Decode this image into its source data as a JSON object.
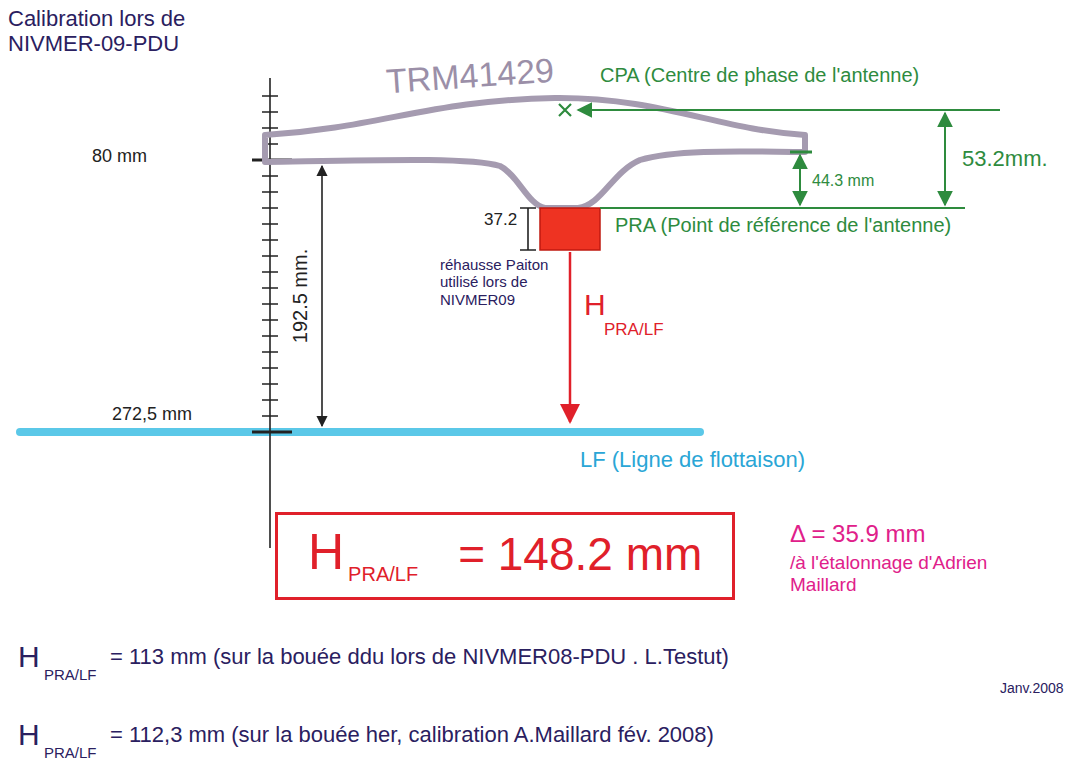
{
  "diagram": {
    "title": "Calibration lors de NIVMER-09-PDU",
    "nodes": [
      {
        "text": [
          "H",
          "PRA/LF",
          "= 148.2 mm"
        ]
      }
    ],
    "labels": [
      "TRM41429",
      "CPA (Centre de phase de l'antenne)",
      "53.2mm.",
      "44.3 mm",
      "80 mm",
      "192.5 mm.",
      "37.2",
      "réhausse Paiton utilisé lors de NIVMER09",
      "PRA (Point de référence de l'antenne)",
      "H",
      "PRA/LF",
      "272,5 mm",
      "LF (Ligne de flottaison)",
      "Δ = 35.9 mm",
      "/à l'étalonnage d'Adrien Maillard",
      "H",
      "PRA/LF",
      "= 113 mm (sur la bouée ddu lors de NIVMER08-PDU . L.Testut)",
      "Janv.2008",
      "H",
      "PRA/LF",
      "= 112,3 mm (sur la bouée her, calibration A.Maillard fév. 2008)"
    ]
  }
}
